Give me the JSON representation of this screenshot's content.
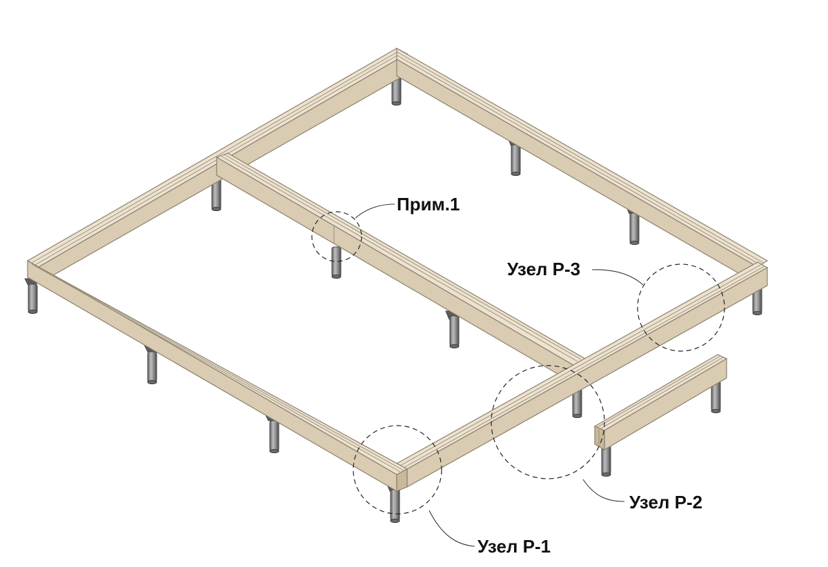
{
  "callouts": {
    "prim1": "Прим.1",
    "uzel_r1": "Узел Р-1",
    "uzel_r2": "Узел Р-2",
    "uzel_r3": "Узел Р-3"
  },
  "colors": {
    "beam_top": "#ece2cf",
    "beam_side": "#d9ccb2",
    "pile": "#8c8c8c",
    "outline": "#222222"
  }
}
